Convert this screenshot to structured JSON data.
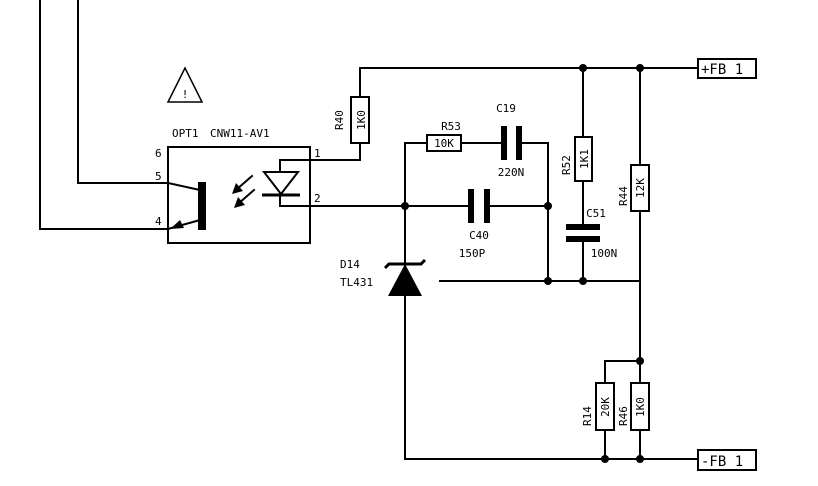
{
  "opto": {
    "ref": "OPT1",
    "part": "CNW11-AV1",
    "pin1": "1",
    "pin2": "2",
    "pin4": "4",
    "pin5": "5",
    "pin6": "6"
  },
  "r40": {
    "ref": "R40",
    "value": "1K0"
  },
  "r53": {
    "ref": "R53",
    "value": "10K"
  },
  "c19": {
    "ref": "C19",
    "value": "220N"
  },
  "r52": {
    "ref": "R52",
    "value": "1K1"
  },
  "c51": {
    "ref": "C51",
    "value": "100N"
  },
  "r44": {
    "ref": "R44",
    "value": "12K"
  },
  "c40": {
    "ref": "C40",
    "value": "150P"
  },
  "d14": {
    "ref": "D14",
    "part": "TL431"
  },
  "r14": {
    "ref": "R14",
    "value": "20K"
  },
  "r46": {
    "ref": "R46",
    "value": "1K0"
  },
  "connectors": {
    "fb_plus": "+FB 1",
    "fb_minus": "-FB 1"
  },
  "warning": {
    "symbol": "!",
    "icon": "warning-triangle-icon"
  }
}
